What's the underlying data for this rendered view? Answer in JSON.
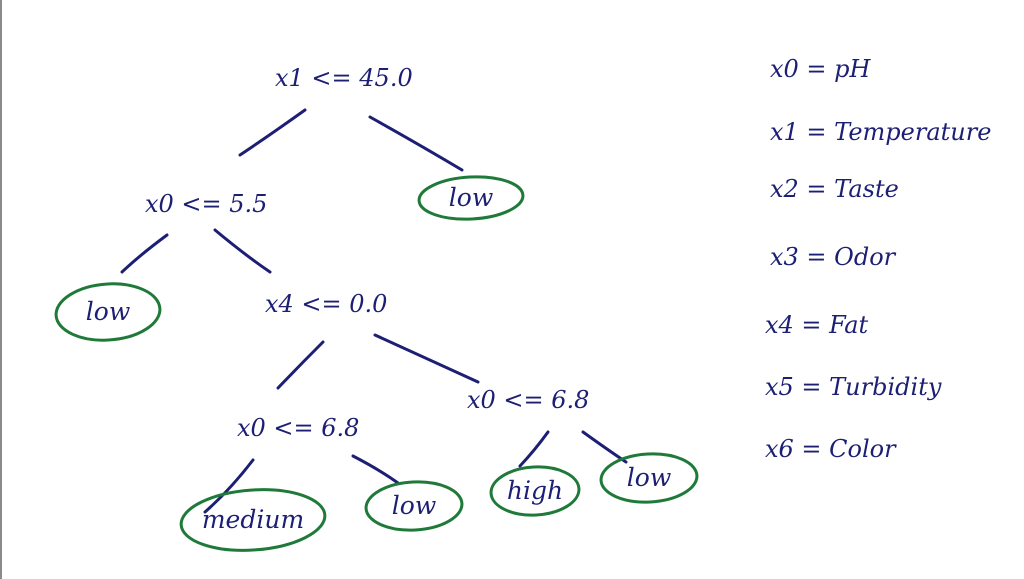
{
  "tree": {
    "nodes": [
      {
        "id": "n1",
        "label": "x1 <= 45.0"
      },
      {
        "id": "n2",
        "label": "x0 <= 5.5"
      },
      {
        "id": "n3",
        "label": "x4 <= 0.0"
      },
      {
        "id": "n4",
        "label": "x0 <= 6.8"
      },
      {
        "id": "n5",
        "label": "x0 <= 6.8"
      }
    ],
    "leaves": [
      {
        "id": "l1",
        "label": "low"
      },
      {
        "id": "l2",
        "label": "low"
      },
      {
        "id": "l3",
        "label": "medium"
      },
      {
        "id": "l4",
        "label": "low"
      },
      {
        "id": "l5",
        "label": "high"
      },
      {
        "id": "l6",
        "label": "low"
      }
    ]
  },
  "legend": [
    {
      "label": "x0 = pH"
    },
    {
      "label": "x1 = Temperature"
    },
    {
      "label": "x2 = Taste"
    },
    {
      "label": "x3 = Odor"
    },
    {
      "label": "x4 = Fat"
    },
    {
      "label": "x5 = Turbidity"
    },
    {
      "label": "x6 = Color"
    }
  ],
  "colors": {
    "ink": "#1c1f73",
    "leaf_ring": "#1f7a3a"
  }
}
